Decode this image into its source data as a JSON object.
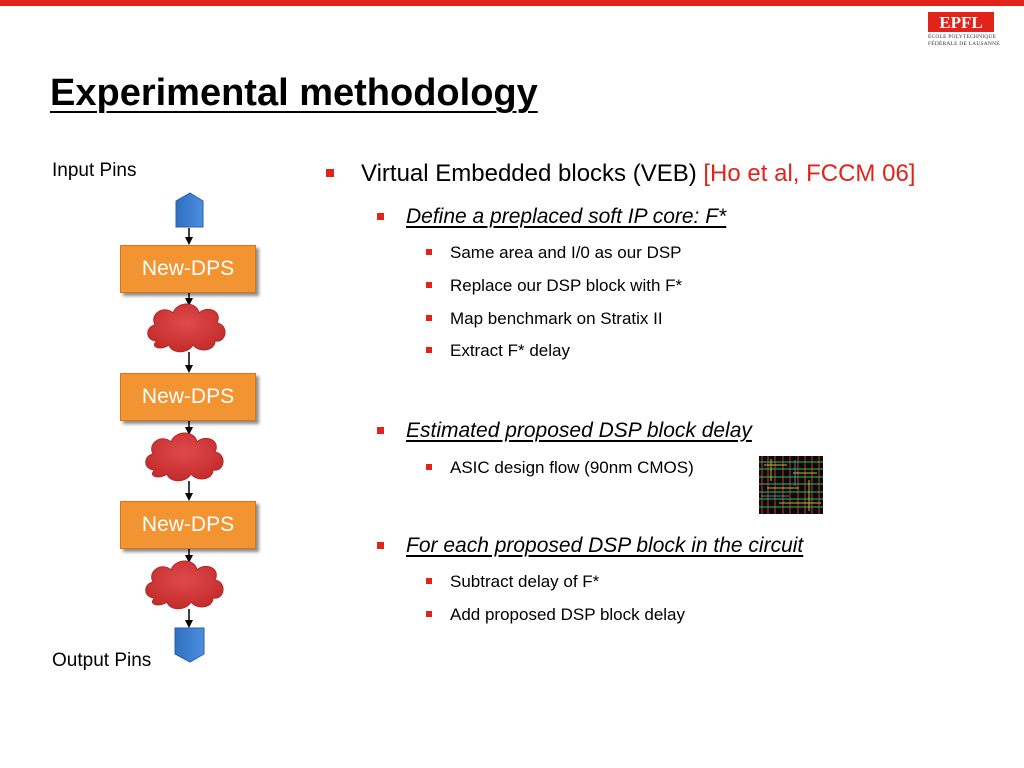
{
  "slide": {
    "title": "Experimental methodology",
    "accent_color": "#e2231a",
    "logo": {
      "mark": "EPFL",
      "line1": "ÉCOLE POLYTECHNIQUE",
      "line2": "FÉDÉRALE DE LAUSANNE"
    }
  },
  "diagram": {
    "input_label": "Input Pins",
    "output_label": "Output Pins",
    "blocks": [
      "New-DPS",
      "New-DPS",
      "New-DPS"
    ],
    "colors": {
      "block": "#f29432",
      "cloud": "#d93a3a",
      "pin": "#3a7fd0"
    }
  },
  "bullets": {
    "veb_text": "Virtual Embedded blocks (VEB)",
    "veb_citation": "[Ho et al, FCCM 06]",
    "define_heading": "Define a preplaced soft IP core: F*",
    "define_items": [
      "Same area and I/0 as our DSP",
      "Replace our DSP block with F*",
      "Map benchmark on Stratix II",
      "Extract F* delay"
    ],
    "estimate_heading": "Estimated proposed DSP block delay",
    "estimate_items": [
      "ASIC design flow (90nm CMOS)"
    ],
    "each_heading": "For each proposed DSP block in the circuit",
    "each_items": [
      "Subtract delay of F*",
      "Add proposed DSP block delay"
    ]
  }
}
